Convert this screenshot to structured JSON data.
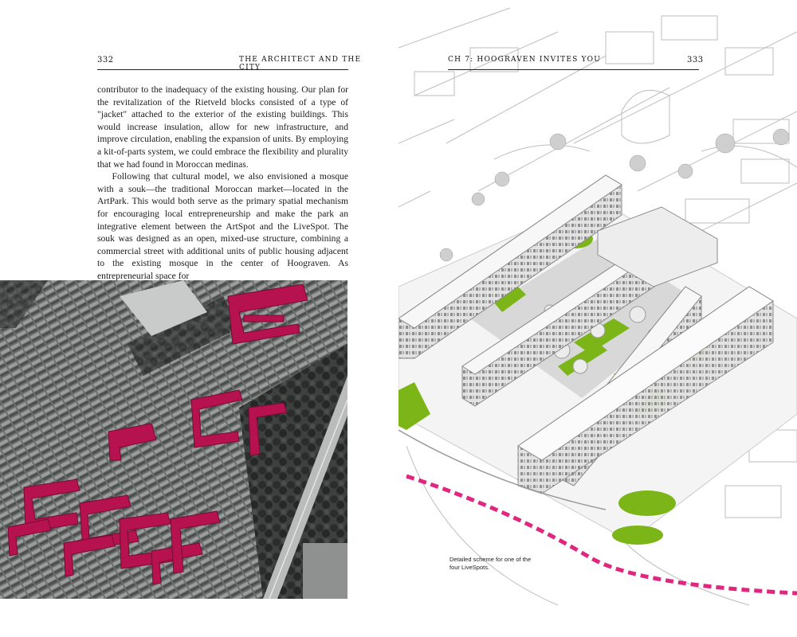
{
  "left_page": {
    "page_number": "332",
    "running_head": "THE ARCHITECT AND THE CITY",
    "paragraphs": [
      "contributor to the inadequacy of the existing housing. Our plan for the revitalization of the Rietveld blocks consisted of a type of \"jacket\" attached to the exterior of the existing buildings. This would increase insulation, allow for new infrastructure, and improve circulation, enabling the expansion of units. By employing a kit-of-parts system, we could embrace the flexibility and plurality that we had found in Moroccan medinas.",
      "Following that cultural model, we also envisioned a mosque with a souk—the traditional Moroccan market—located in the ArtPark. This would both serve as the primary spatial mechanism for encouraging local entrepreneurship and make the park an integrative element between the ArtSpot and the LiveSpot. The souk was designed as an open, mixed-use structure, combining a commercial street with additional units of public housing adjacent to the existing mosque in the center of Hoograven. As entrepreneurial space for"
    ]
  },
  "right_page": {
    "page_number": "333",
    "running_head": "CH 7: HOOGRAVEN INVITES YOU",
    "caption": "Detailed scheme for one of the four LiveSpots."
  },
  "colors": {
    "highlight_magenta": "#b5124f",
    "path_magenta": "#e0267f",
    "park_green": "#7cb518",
    "aerial_base": "#5b5f5d"
  }
}
